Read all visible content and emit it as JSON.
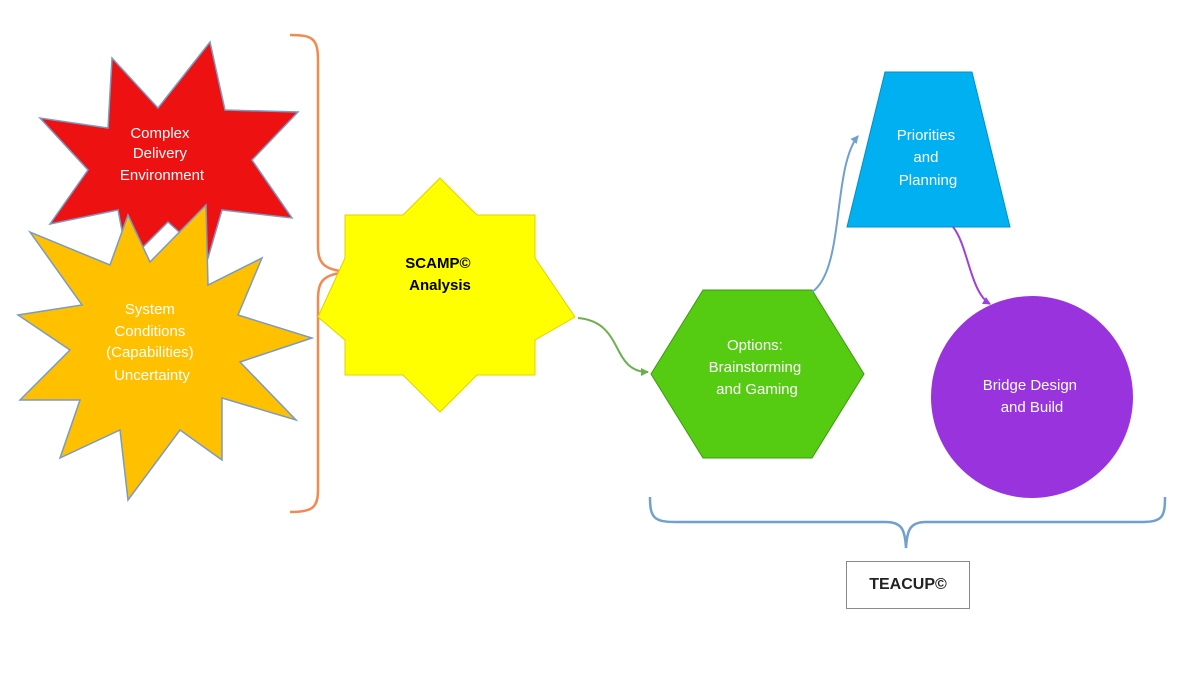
{
  "nodes": {
    "complex_delivery": {
      "lines": [
        "Complex",
        "Delivery",
        "Environment"
      ],
      "shape": "explosion",
      "fill": "#ee1111",
      "text_color": "#ffffff"
    },
    "system_conditions": {
      "lines": [
        "System",
        "Conditions",
        "(Capabilities)",
        "Uncertainty"
      ],
      "shape": "explosion",
      "fill": "#ffc000",
      "text_color": "#ffffff"
    },
    "scamp": {
      "lines": [
        "SCAMP©",
        "Analysis"
      ],
      "shape": "8-point-star",
      "fill": "#ffff00",
      "text_color": "#000000"
    },
    "options": {
      "lines": [
        "Options:",
        "Brainstorming",
        "and Gaming"
      ],
      "shape": "hexagon",
      "fill": "#55cc11",
      "text_color": "#ffffff"
    },
    "priorities": {
      "lines": [
        "Priorities",
        "and",
        "Planning"
      ],
      "shape": "trapezoid",
      "fill": "#00b0f0",
      "text_color": "#ffffff"
    },
    "bridge": {
      "lines": [
        "Bridge Design",
        "and Build"
      ],
      "shape": "circle",
      "fill": "#9933dd",
      "text_color": "#ffffff"
    }
  },
  "brackets": {
    "left_brace_color": "#f28a50",
    "bottom_brace_color": "#6fa0d0"
  },
  "connectors": {
    "scamp_to_options_color": "#6ab04c",
    "options_to_priorities_color": "#6fa0d0",
    "priorities_to_bridge_color": "#a040e0"
  },
  "teacup_label": "TEACUP©"
}
